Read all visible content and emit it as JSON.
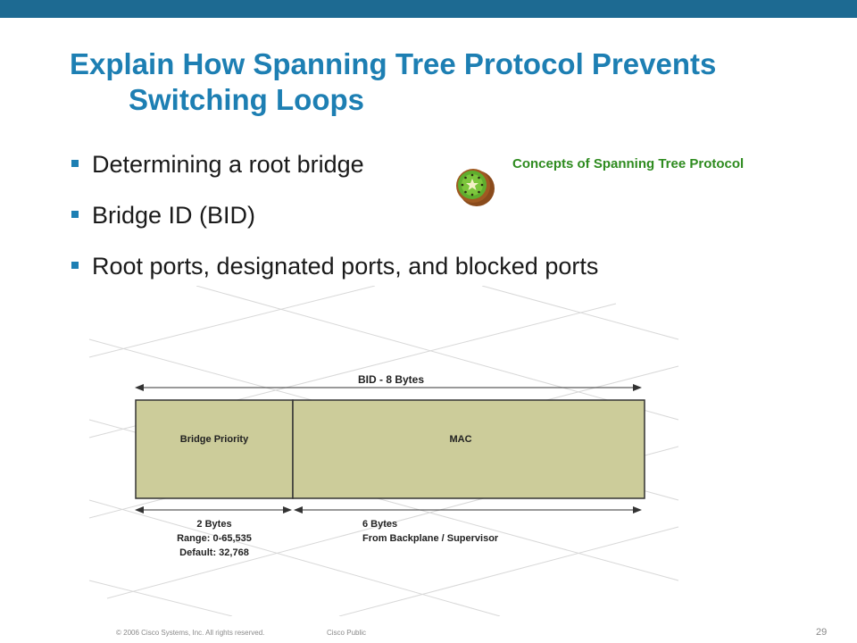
{
  "slide": {
    "title_line1": "Explain How Spanning Tree Protocol Prevents",
    "title_line2": "Switching Loops",
    "bullets": [
      "Determining a root bridge",
      "Bridge ID (BID)",
      "Root ports, designated ports, and blocked ports"
    ],
    "link_text": "Concepts of Spanning Tree Protocol",
    "kiwi_icon": "kiwi-icon",
    "bullet_color": "#1d7fb3",
    "title_color": "#1d7fb3",
    "topbar_color": "#1d6a92",
    "link_color": "#2e8b1f"
  },
  "diagram": {
    "bid_label": "BID - 8 Bytes",
    "field1": "Bridge Priority",
    "field2": "MAC",
    "field_fill": "#cccc9a",
    "field1_notes": [
      "2 Bytes",
      "Range: 0-65,535",
      "Default: 32,768"
    ],
    "field2_notes": [
      "6 Bytes",
      "From Backplane / Supervisor"
    ]
  },
  "footer": {
    "copyright": "© 2006 Cisco Systems, Inc. All rights reserved.",
    "classification": "Cisco Public",
    "page": "29"
  }
}
